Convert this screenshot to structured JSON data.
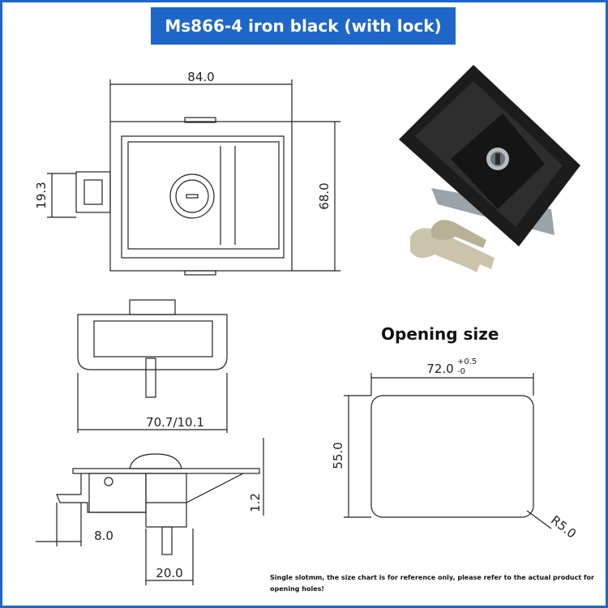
{
  "banner": {
    "title": "Ms866-4 iron black (with lock)"
  },
  "front_view": {
    "width_label": "84.0",
    "height_label": "68.0",
    "handle_label": "19.3"
  },
  "side_view": {
    "label": "70.7/10.1"
  },
  "bottom_view": {
    "thickness_label": "1.2",
    "offset_label": "8.0",
    "width_label": "20.0"
  },
  "opening": {
    "heading": "Opening size",
    "width_value": "72.0",
    "tol_upper": "+0.5",
    "tol_lower": "-0",
    "height_label": "55.0",
    "radius_label": "R5.0"
  },
  "note": {
    "text": "Single slotmm, the size chart is for reference only, please refer to the actual product for opening holes!"
  },
  "colors": {
    "accent": "#1f66c9",
    "product": "#1c1c1c",
    "key": "#c9bfa6"
  }
}
